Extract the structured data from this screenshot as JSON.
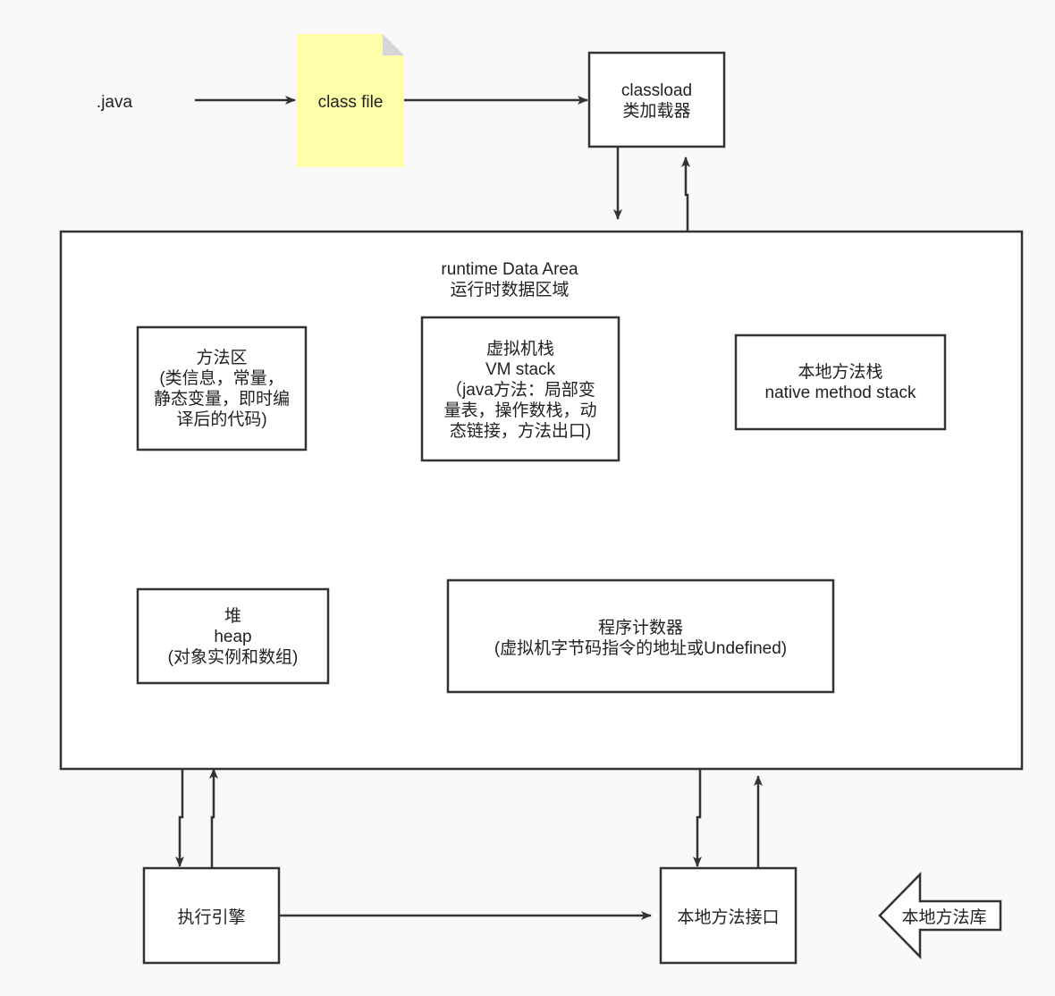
{
  "nodes": {
    "java_source": {
      "text": ".java"
    },
    "class_file": {
      "text": "class file",
      "fill": "#ffffaa"
    },
    "classloader": {
      "line1": "classload",
      "line2": "类加载器"
    },
    "runtime_area": {
      "line1": "runtime Data Area",
      "line2": "运行时数据区域"
    },
    "method_area": {
      "title": "方法区",
      "body": "(类信息，常量，\n静态变量，即时编\n译后的代码)"
    },
    "vm_stack": {
      "title": "虚拟机栈",
      "subtitle": "VM stack",
      "body": "（java方法：局部变\n量表，操作数栈，动\n态链接，方法出口)"
    },
    "native_stack": {
      "line1": "本地方法栈",
      "line2": "native method stack"
    },
    "heap": {
      "line1": "堆",
      "line2": "heap",
      "line3": "(对象实例和数组)"
    },
    "pc_register": {
      "line1": "程序计数器",
      "line2": "(虚拟机字节码指令的地址或Undefined)"
    },
    "execution_engine": {
      "text": "执行引擎"
    },
    "native_interface": {
      "text": "本地方法接口"
    },
    "native_library": {
      "text": "本地方法库"
    }
  },
  "colors": {
    "stroke": "#333333",
    "background": "#f9f9f9",
    "box_fill": "#ffffff",
    "note_fill": "#ffffaa",
    "note_fold": "#d6d6d6"
  }
}
